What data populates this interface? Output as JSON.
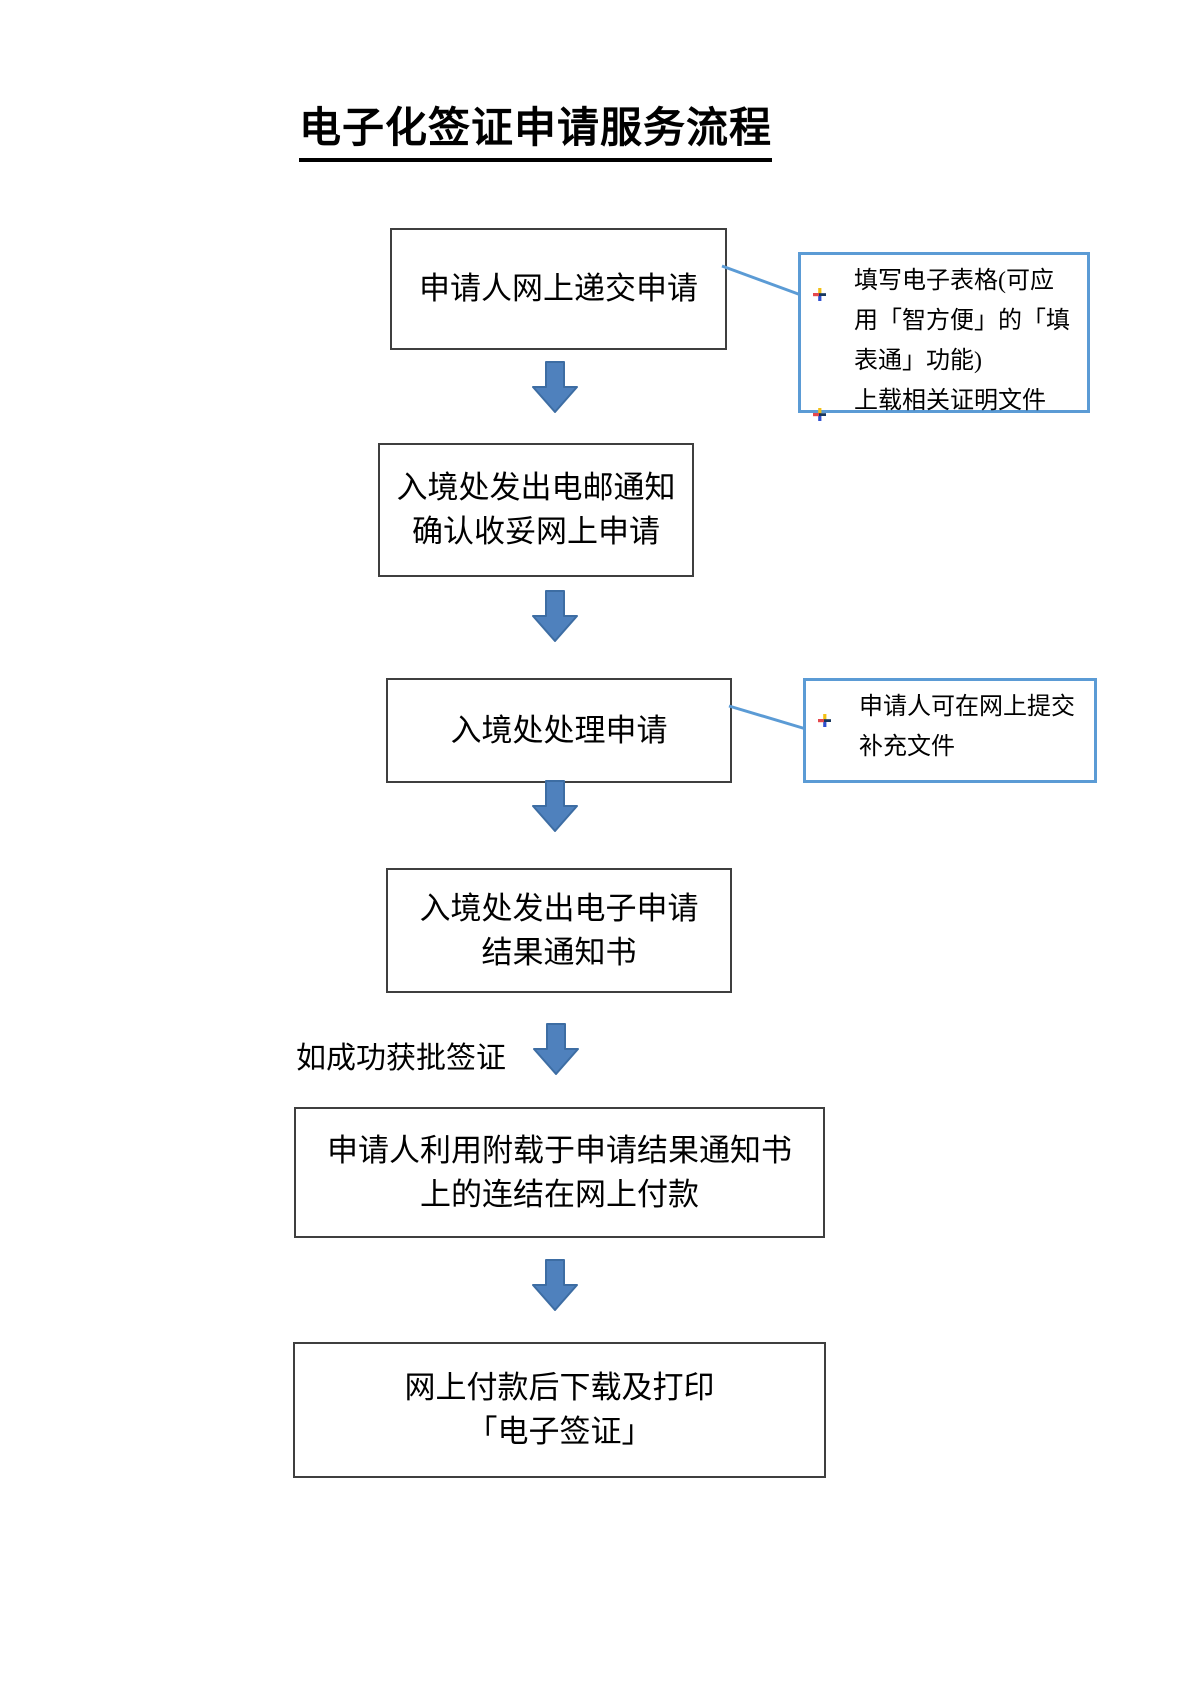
{
  "title": "电子化签证申请服务流程",
  "flow": {
    "steps": [
      {
        "id": "submit-application",
        "text": "申请人网上递交申请"
      },
      {
        "id": "email-acknowledgement",
        "text": "入境处发出电邮通知\n确认收妥网上申请"
      },
      {
        "id": "processing",
        "text": "入境处处理申请"
      },
      {
        "id": "e-result-notice",
        "text": "入境处发出电子申请\n结果通知书"
      },
      {
        "id": "online-payment",
        "text": "申请人利用附载于申请结果通知书\n上的连结在网上付款"
      },
      {
        "id": "download-print-evisa",
        "text": "网上付款后下载及打印\n「电子签证」"
      }
    ],
    "branch_label": "如成功获批签证"
  },
  "callouts": [
    {
      "items": [
        "填写电子表格(可应用「智方便」的「填表通」功能)",
        "上载相关证明文件"
      ]
    },
    {
      "items": [
        "申请人可在网上提交补充文件"
      ]
    }
  ],
  "colors": {
    "arrow_fill": "#4F81BD",
    "arrow_border": "#3D6DA3",
    "callout_border": "#5B9BD5",
    "box_border": "#3f3f3f"
  }
}
